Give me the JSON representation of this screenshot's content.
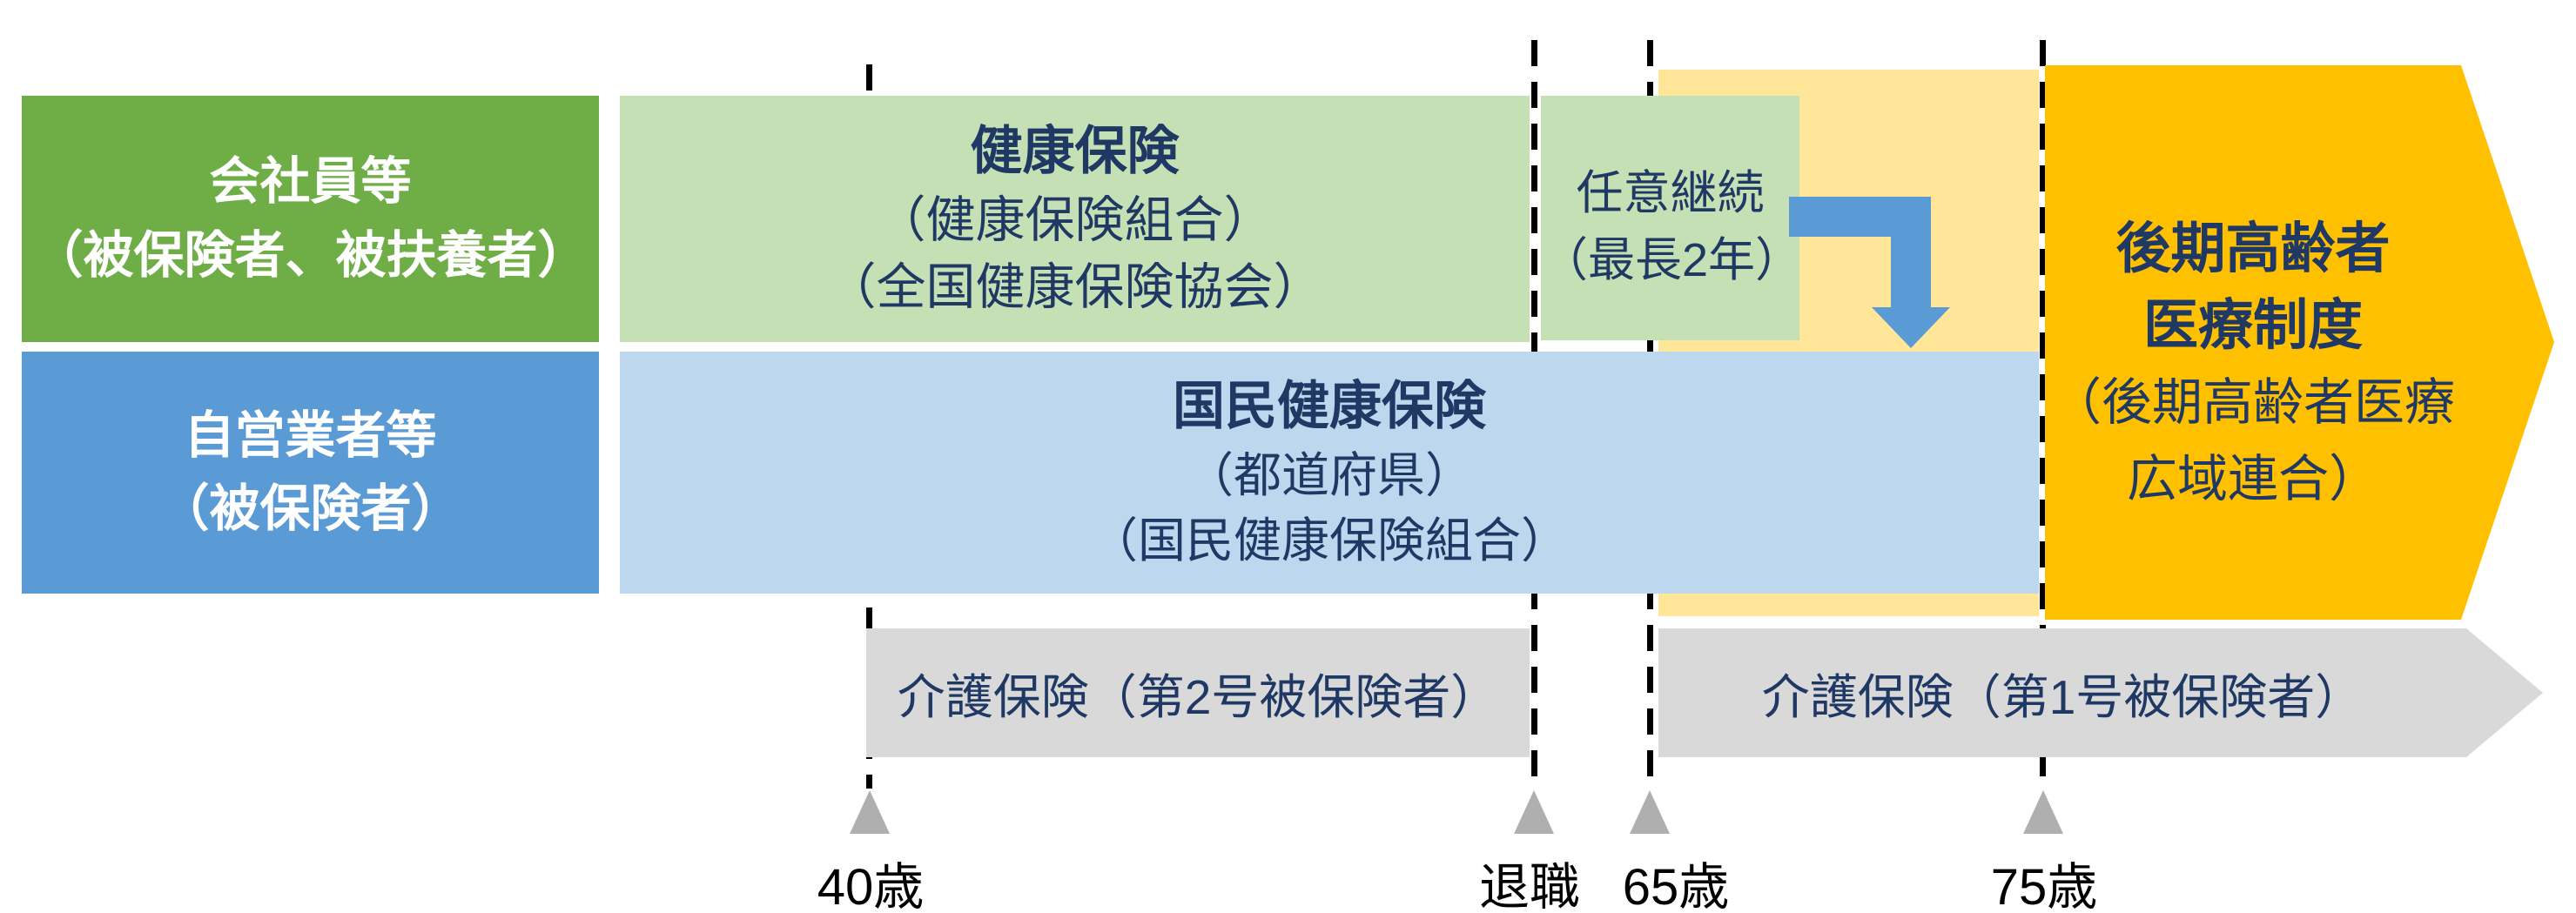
{
  "left_labels": {
    "employee": {
      "line1": "会社員等",
      "line2": "（被保険者、被扶養者）"
    },
    "self_employed": {
      "line1": "自営業者等",
      "line2": "（被保険者）"
    }
  },
  "boxes": {
    "health_insurance": {
      "title": "健康保険",
      "line2": "（健康保険組合）",
      "line3": "（全国健康保険協会）"
    },
    "voluntary_continuation": {
      "line1": "任意継続",
      "line2": "（最長2年）"
    },
    "national_health_insurance": {
      "title": "国民健康保険",
      "line2": "（都道府県）",
      "line3": "（国民健康保険組合）"
    },
    "late_elderly": {
      "line1": "後期高齢者",
      "line2": "医療制度",
      "line3": "（後期高齢者医療",
      "line4": "広域連合）"
    }
  },
  "care_insurance": {
    "second_label": "介護保険（第2号被保険者）",
    "first_label": "介護保険（第1号被保険者）"
  },
  "timeline": {
    "age40": "40歳",
    "retirement": "退職",
    "age65": "65歳",
    "age75": "75歳"
  },
  "colors": {
    "employee_green": "#6FAD47",
    "self_employed_blue": "#5B9BD5",
    "health_insurance_light_green": "#C5E0B4",
    "national_health_light_blue": "#BDD7EE",
    "highlight_pale_yellow": "#FFE699",
    "late_elderly_orange": "#FFC000",
    "care_insurance_gray": "#D9D9D9",
    "marker_triangle_gray": "#AFAFAF",
    "text_navy": "#1F3864",
    "text_white": "#FFFFFF",
    "dashed_line_black": "#000000",
    "elbow_arrow_blue": "#5B9BD5"
  }
}
